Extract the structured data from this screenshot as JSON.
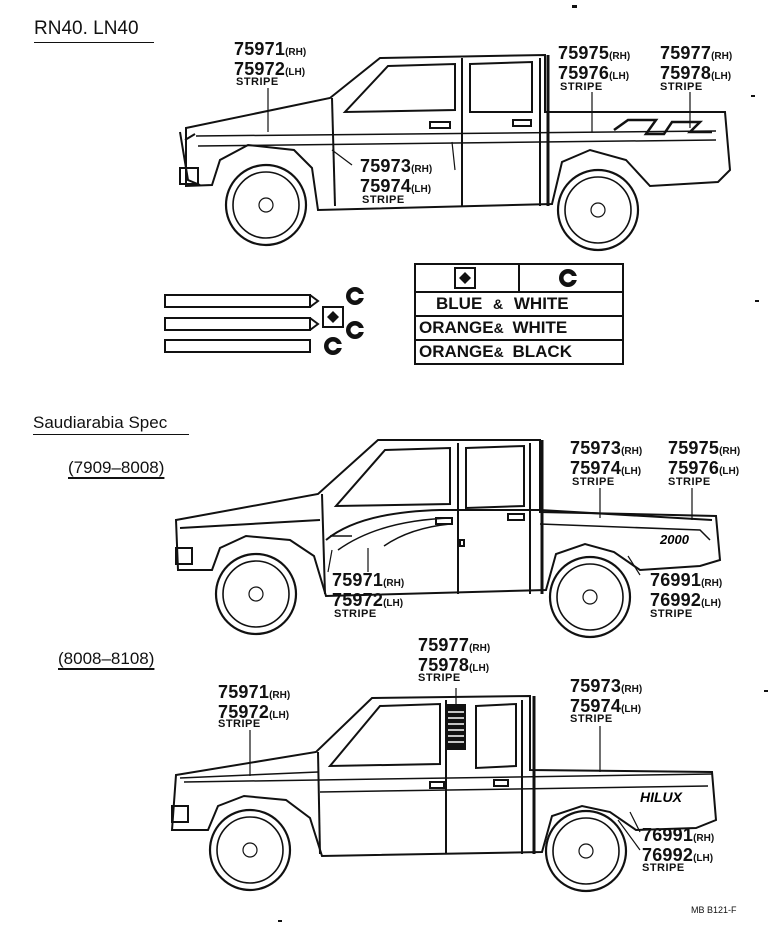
{
  "section1": {
    "title": "RN40. LN40",
    "callouts": [
      {
        "rh": "75971",
        "lh": "75972",
        "note": "STRIPE"
      },
      {
        "rh": "75975",
        "lh": "75976",
        "note": "STRIPE"
      },
      {
        "rh": "75977",
        "lh": "75978",
        "note": "STRIPE"
      },
      {
        "rh": "75973",
        "lh": "75974",
        "note": "STRIPE"
      }
    ]
  },
  "suffix": {
    "rh": "(RH)",
    "lh": "(LH)"
  },
  "color_table": {
    "rows": [
      {
        "first": "BLUE",
        "amp": "&",
        "second": "WHITE"
      },
      {
        "first": "ORANGE",
        "amp": "&",
        "second": "WHITE"
      },
      {
        "first": "ORANGE",
        "amp": "&",
        "second": "BLACK"
      }
    ]
  },
  "section2": {
    "title": "Saudiarabia Spec",
    "range": "(7909–8008)",
    "callouts": [
      {
        "rh": "75973",
        "lh": "75974",
        "note": "STRIPE"
      },
      {
        "rh": "75975",
        "lh": "75976",
        "note": "STRIPE"
      },
      {
        "rh": "75971",
        "lh": "75972",
        "note": "STRIPE"
      },
      {
        "rh": "76991",
        "lh": "76992",
        "note": "STRIPE"
      }
    ],
    "bed_badge": "2000"
  },
  "section3": {
    "range": "(8008–8108)",
    "callouts": [
      {
        "rh": "75977",
        "lh": "75978",
        "note": "STRIPE"
      },
      {
        "rh": "75971",
        "lh": "75972",
        "note": "STRIPE"
      },
      {
        "rh": "75973",
        "lh": "75974",
        "note": "STRIPE"
      },
      {
        "rh": "76991",
        "lh": "76992",
        "note": "STRIPE"
      }
    ],
    "bed_badge": "HILUX"
  },
  "figure_code": "MB B121-F"
}
